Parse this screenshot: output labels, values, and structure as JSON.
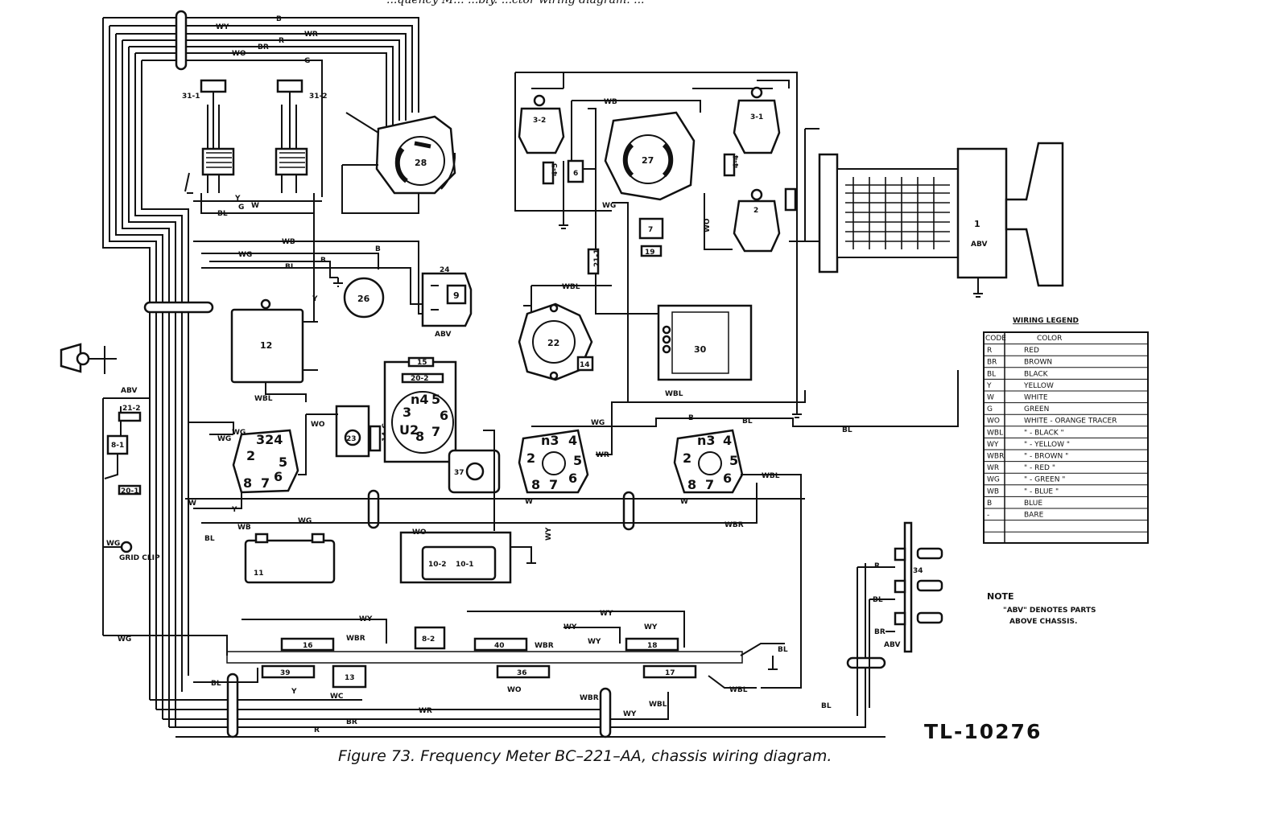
{
  "top_fragment": "...quency M... ...bly. ...ctor wiring diagram. ...",
  "caption": "Figure 73.   Frequency Meter BC–221–AA, chassis wiring diagram.",
  "drawing_number": "TL-10276",
  "legend": {
    "title": "WIRING LEGEND",
    "header": {
      "code": "CODE",
      "color": "COLOR"
    },
    "rows": [
      {
        "code": "R",
        "color": "RED"
      },
      {
        "code": "BR",
        "color": "BROWN"
      },
      {
        "code": "BL",
        "color": "BLACK"
      },
      {
        "code": "Y",
        "color": "YELLOW"
      },
      {
        "code": "W",
        "color": "WHITE"
      },
      {
        "code": "G",
        "color": "GREEN"
      },
      {
        "code": "WO",
        "color": "WHITE - ORANGE TRACER"
      },
      {
        "code": "WBL",
        "color": "\" - BLACK \""
      },
      {
        "code": "WY",
        "color": "\" - YELLOW \""
      },
      {
        "code": "WBR",
        "color": "\" - BROWN \""
      },
      {
        "code": "WR",
        "color": "\" - RED \""
      },
      {
        "code": "WG",
        "color": "\" - GREEN \""
      },
      {
        "code": "WB",
        "color": "\" - BLUE \""
      },
      {
        "code": "B",
        "color": "BLUE"
      },
      {
        "code": "-",
        "color": "BARE"
      }
    ]
  },
  "note": {
    "title": "NOTE",
    "line1": "\"ABV\" DENOTES PARTS",
    "line2": "ABOVE CHASSIS."
  },
  "parts": {
    "p1": "1",
    "p1_abv": "ABV",
    "p2": "2",
    "p3_1": "3-1",
    "p3_2": "3-2",
    "p4_4": "4-4",
    "p4_5": "4-5",
    "p6": "6",
    "p7": "7",
    "p8_1": "8-1",
    "p8_2": "8-2",
    "p9": "9",
    "p10_1": "10-1",
    "p10_2": "10-2",
    "p11": "11",
    "p12": "12",
    "p13": "13",
    "p14": "14",
    "p14_c": "14-C",
    "p15": "15",
    "p16": "16",
    "p17": "17",
    "p18": "18",
    "p19": "19",
    "p20_1": "20-1",
    "p20_2": "20-2",
    "p21_1": "21-1",
    "p21_2": "21-2",
    "p22": "22",
    "p23": "23",
    "p24": "24",
    "p26": "26",
    "p27": "27",
    "p28": "28",
    "p30": "30",
    "p31_1": "31-1",
    "p31_2": "31-2",
    "p34": "34",
    "p36": "36",
    "p37": "37",
    "p39": "39",
    "p40": "40",
    "grid_clip": "GRID CLIP",
    "abv": "ABV"
  },
  "wires": {
    "top": [
      "B",
      "WY",
      "WR",
      "R",
      "BR",
      "WO",
      "G"
    ],
    "mid": [
      "WB",
      "WG",
      "BL",
      "B",
      "WBL",
      "Y",
      "WO",
      "WB",
      "WBL"
    ],
    "lower": [
      "WG",
      "WG",
      "Y",
      "W",
      "WO",
      "WR",
      "WG",
      "B",
      "BL",
      "WBL",
      "W",
      "WBR",
      "BL",
      "WG",
      "WB",
      "WY"
    ],
    "bottom": [
      "WY",
      "WBR",
      "WY",
      "WY",
      "WY",
      "WBR",
      "BL",
      "WG",
      "WC",
      "WO",
      "WBR",
      "WBL",
      "WY",
      "WR",
      "BR",
      "R",
      "BL",
      "BL",
      "WBL",
      "R",
      "BL",
      "BR"
    ]
  }
}
